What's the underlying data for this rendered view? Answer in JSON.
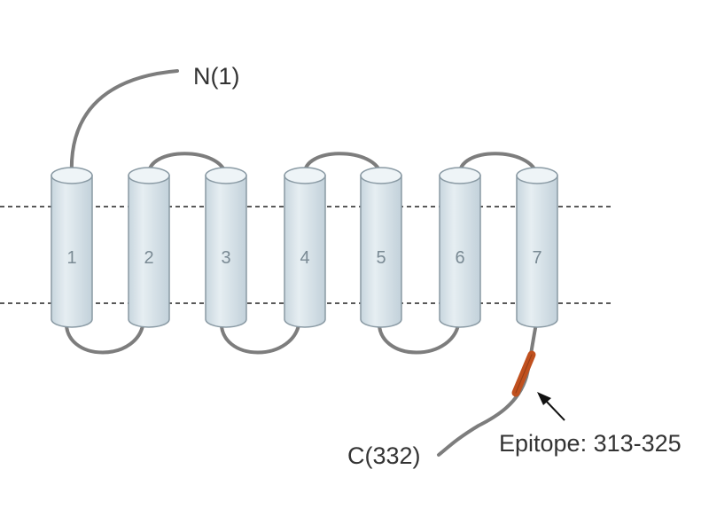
{
  "diagram": {
    "n_terminus_label": "N(1)",
    "c_terminus_label": "C(332)",
    "epitope_label": "Epitope: 313-325",
    "helices": [
      {
        "label": "1"
      },
      {
        "label": "2"
      },
      {
        "label": "3"
      },
      {
        "label": "4"
      },
      {
        "label": "5"
      },
      {
        "label": "6"
      },
      {
        "label": "7"
      }
    ],
    "colors": {
      "helix_fill": "#d9e5ec",
      "helix_cap": "#eef4f7",
      "helix_stroke": "#8a9aa4",
      "loop": "#7d7d7d",
      "membrane_line": "#222222",
      "epitope": "#c0501e"
    }
  }
}
